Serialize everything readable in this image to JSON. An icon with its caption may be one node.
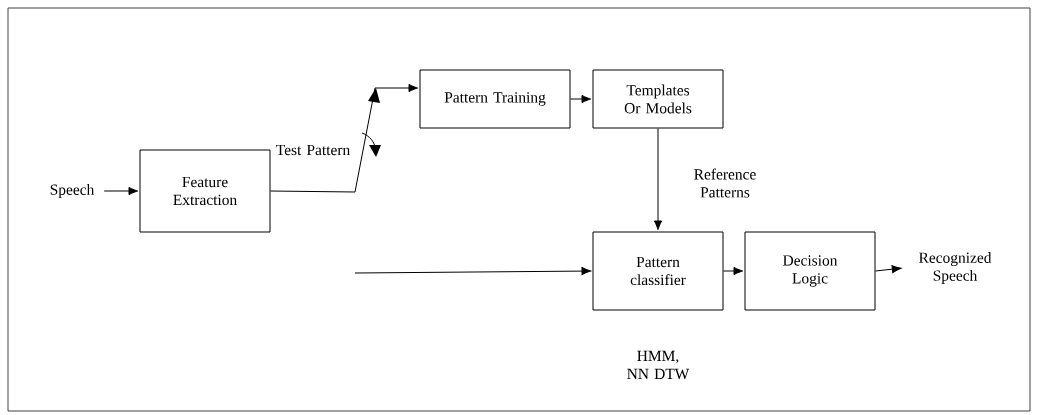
{
  "diagram": {
    "nodes": [
      {
        "text": [
          "Speech"
        ]
      },
      {
        "text": [
          "Feature Extraction"
        ]
      },
      {
        "text": [
          "Pattern Training"
        ]
      },
      {
        "text": [
          "Templates Or Models"
        ]
      },
      {
        "text": [
          "Pattern classifier"
        ],
        "beside": [
          "HMM, NN DTW"
        ]
      },
      {
        "text": [
          "Decision Logic"
        ]
      },
      {
        "text": [
          "Recognized Speech"
        ]
      }
    ],
    "edges": [
      {
        "from": 0,
        "to": 1,
        "arrow": "to"
      },
      {
        "from": 1,
        "to": 2,
        "arrow": "to",
        "label": "Test Pattern"
      },
      {
        "from": 2,
        "to": 3,
        "arrow": "to"
      },
      {
        "from": 3,
        "to": 4,
        "arrow": "to",
        "label": "Reference Patterns"
      },
      {
        "from": null,
        "to": 4,
        "arrow": "to"
      },
      {
        "from": 4,
        "to": 5,
        "arrow": "to"
      },
      {
        "from": 5,
        "to": 6,
        "arrow": "to"
      }
    ]
  }
}
